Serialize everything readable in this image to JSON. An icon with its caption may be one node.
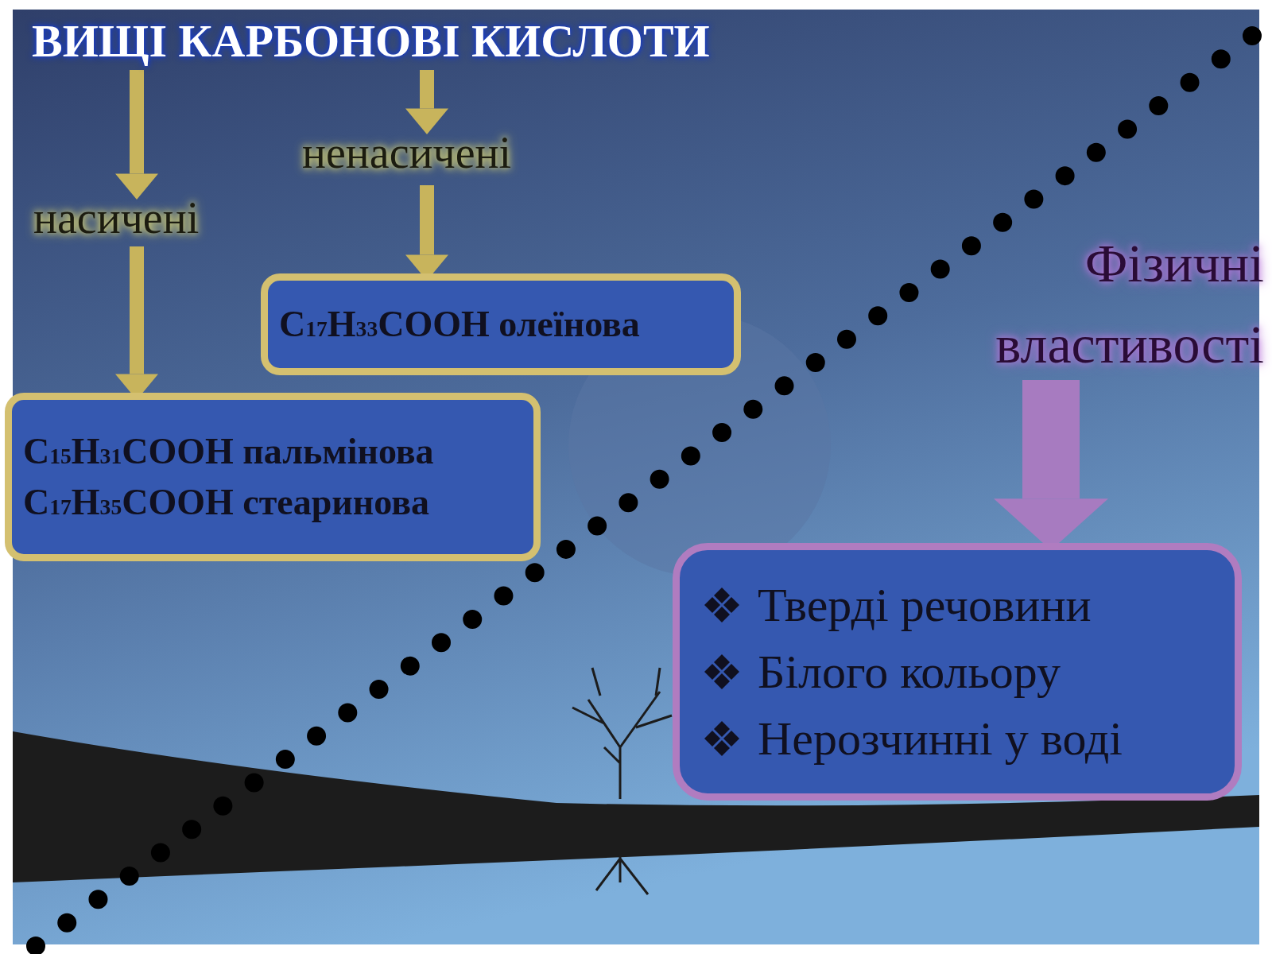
{
  "diagram": {
    "nodes": [
      {
        "text": [
          "ВИЩІ КАРБОНОВІ КИСЛОТИ"
        ]
      },
      {
        "text": [
          "ненасичені"
        ]
      },
      {
        "text": [
          "насичені"
        ]
      },
      {
        "text": [
          "C$_{17}$H$_{33}$COOH олеїнова"
        ]
      },
      {
        "text": [
          "C$_{15}$H$_{31}$COOH пальмінова",
          "C$_{17}$H$_{35}$COOH стеаринова"
        ]
      },
      {
        "text": [
          "Фізичні властивості"
        ]
      },
      {
        "text": [
          "Тверді речовини",
          "Білого кольору",
          "Нерозчинні у воді"
        ]
      }
    ],
    "edges": [
      {
        "from": 0,
        "to": 2,
        "arrow": "to"
      },
      {
        "from": 0,
        "to": 1,
        "arrow": "to"
      },
      {
        "from": 1,
        "to": 3,
        "arrow": "to"
      },
      {
        "from": 2,
        "to": 4,
        "arrow": "to"
      },
      {
        "from": 5,
        "to": 6,
        "arrow": "to",
        "style": "thick",
        "color": "#a77bc0"
      }
    ]
  }
}
